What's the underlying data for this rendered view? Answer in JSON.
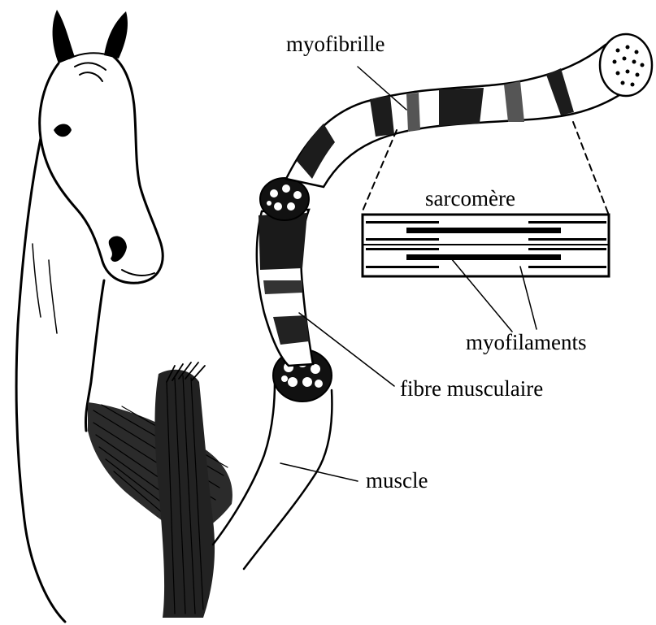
{
  "figure": {
    "labels": {
      "myofibril": "myofibrille",
      "sarcomere": "sarcomère",
      "myofilaments": "myofilaments",
      "muscle_fiber": "fibre musculaire",
      "muscle": "muscle"
    },
    "colors": {
      "ink": "#000000",
      "paper": "#ffffff"
    }
  }
}
